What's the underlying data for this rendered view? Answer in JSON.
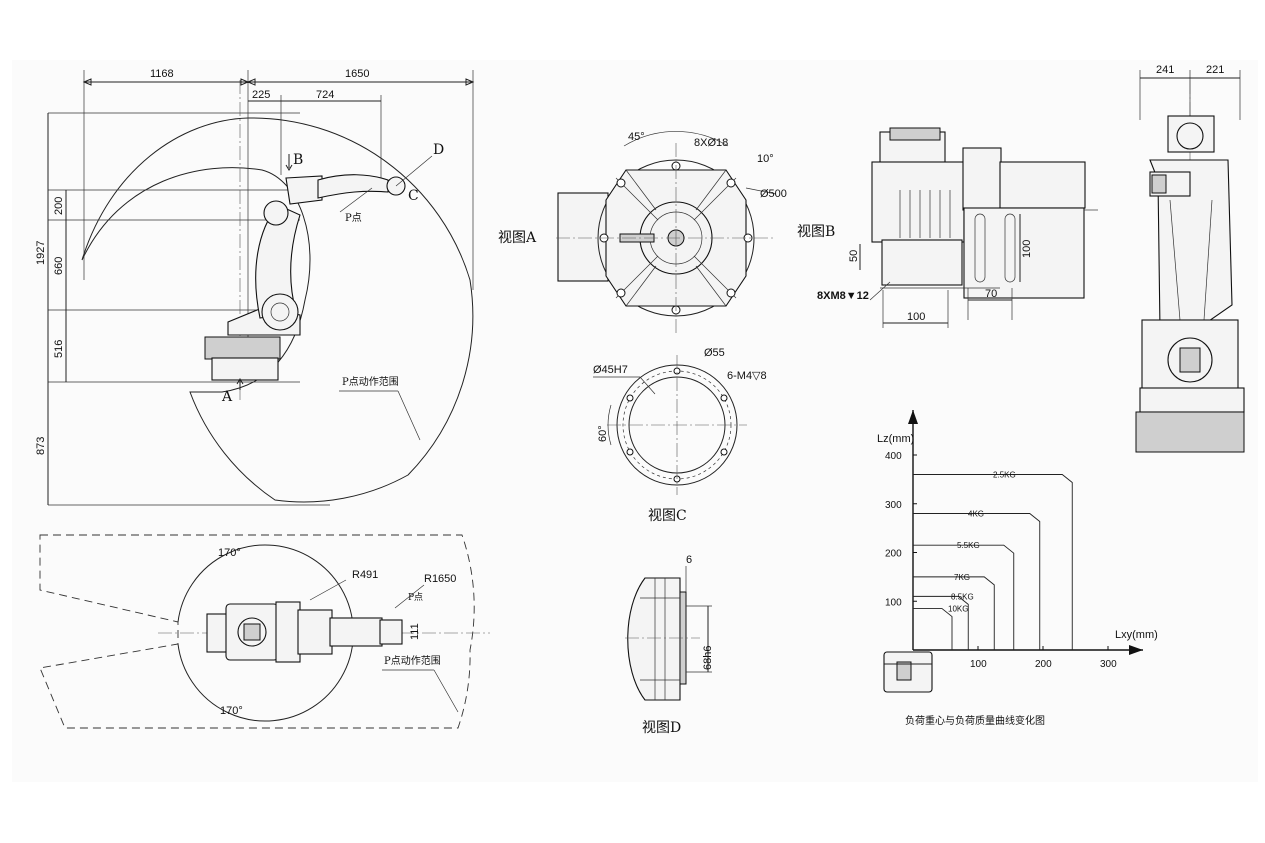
{
  "sideView": {
    "dims": {
      "d1168": "1168",
      "d1650": "1650",
      "d225": "225",
      "d724": "724",
      "d1927": "1927",
      "d200": "200",
      "d660": "660",
      "d516": "516",
      "d873": "873"
    },
    "labels": {
      "B": "B",
      "C": "C",
      "D": "D",
      "A": "A",
      "pPoint": "P点",
      "range": "P点动作范围"
    }
  },
  "topView": {
    "dims": {
      "a170top": "170°",
      "a170bot": "170°",
      "r491": "R491",
      "r1650": "R1650",
      "d111": "111"
    },
    "labels": {
      "pPoint": "P点",
      "range": "P点动作范围"
    }
  },
  "viewA": {
    "title": "视图A",
    "dims": {
      "a45": "45°",
      "holes": "8XØ18",
      "a10": "10°",
      "d500": "Ø500"
    }
  },
  "viewB": {
    "title": "视图B",
    "dims": {
      "d100v": "100",
      "d50": "50",
      "d70": "70",
      "d100h": "100",
      "thread": "8XM8▼12"
    }
  },
  "viewC": {
    "title": "视图C",
    "dims": {
      "d45": "Ø45H7",
      "d55": "Ø55",
      "thread": "6-M4▽8",
      "a60": "60°"
    }
  },
  "viewD": {
    "title": "视图D",
    "dims": {
      "d6": "6",
      "d68": "68h6"
    }
  },
  "rearView": {
    "dims": {
      "d241": "241",
      "d221": "221"
    }
  },
  "chart_data": {
    "type": "line",
    "title": "负荷重心与负荷质量曲线变化图",
    "xlabel": "Lxy(mm)",
    "ylabel": "Lz(mm)",
    "xlim": [
      0,
      300
    ],
    "ylim": [
      0,
      400
    ],
    "xticks": [
      "100",
      "200",
      "300"
    ],
    "yticks": [
      "100",
      "200",
      "300",
      "400"
    ],
    "series": [
      {
        "name": "2.5KG",
        "lz": 360,
        "lxy": 245
      },
      {
        "name": "4KG",
        "lz": 280,
        "lxy": 195
      },
      {
        "name": "5.5KG",
        "lz": 215,
        "lxy": 155
      },
      {
        "name": "7KG",
        "lz": 150,
        "lxy": 125
      },
      {
        "name": "8.5KG",
        "lz": 110,
        "lxy": 85
      },
      {
        "name": "10KG",
        "lz": 85,
        "lxy": 60
      }
    ]
  }
}
